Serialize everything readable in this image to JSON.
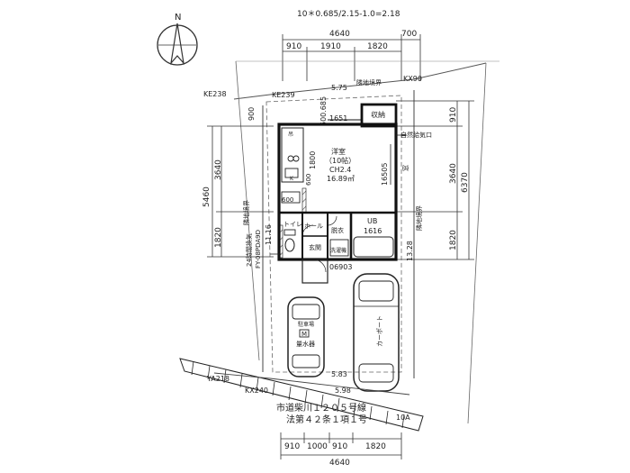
{
  "compass": {
    "label": "N"
  },
  "header_note": "10＊0.685/2.15-1.0=2.18",
  "top_dims": {
    "total": "4640",
    "right": "700",
    "seg1": "910",
    "seg2": "1910",
    "seg3": "1820"
  },
  "bottom_dims": {
    "total": "4640",
    "seg1": "910",
    "seg2": "1000",
    "seg3": "910",
    "seg4": "1820"
  },
  "left_dims": {
    "total": "5460",
    "upper": "3640",
    "lower": "1820"
  },
  "right_dims": {
    "total": "6370",
    "top": "910",
    "mid": "3640",
    "bottom": "1820"
  },
  "boundary_points": {
    "ke238": "KE238",
    "ke239": "KE239",
    "kx90": "KX90",
    "ya218": "YA218",
    "kx240": "KX240",
    "p10a": "10A"
  },
  "plot_notes": {
    "top_neighbor": "隣地境界",
    "right_neighbor": "隣地境界",
    "left_neighbor": "隣地境界"
  },
  "lengths": {
    "top": "5.75",
    "bottom_inner": "5.83",
    "bottom_outer": "5.98",
    "right_side": "13.28",
    "left_side": "11.16",
    "side_a": "900",
    "side_b": "500.685"
  },
  "rooms": {
    "western": {
      "name": "洋室",
      "size": "（10帖）",
      "ceiling": "CH2.4",
      "area": "16.89㎡"
    },
    "storage": "収納",
    "bath": {
      "name": "UB",
      "size": "1616"
    },
    "toilet": "トイレ",
    "hall": "ホール",
    "entrance": "玄関",
    "dressing": "脱衣",
    "laundry": "洗濯機"
  },
  "room_dims": {
    "d1651": "1651",
    "d1800": "1800",
    "d16505": "16505",
    "d600a": "600",
    "d600b": "600",
    "d06903": "06903"
  },
  "annotations": {
    "supply_vent": "自然給気口",
    "window": "窓",
    "kitchen": "K",
    "upper_cabinet": "吊"
  },
  "parking": {
    "car_label_small": "駐車場",
    "meter_label": "M",
    "meter_text": "量水器",
    "car_label_large": "カーポート"
  },
  "left_labels": {
    "a": "24時間換気",
    "b": "FY-08PDA9D"
  },
  "road": {
    "line1": "市道柴川１２０５号線",
    "line2": "法第４２条１項１号"
  }
}
